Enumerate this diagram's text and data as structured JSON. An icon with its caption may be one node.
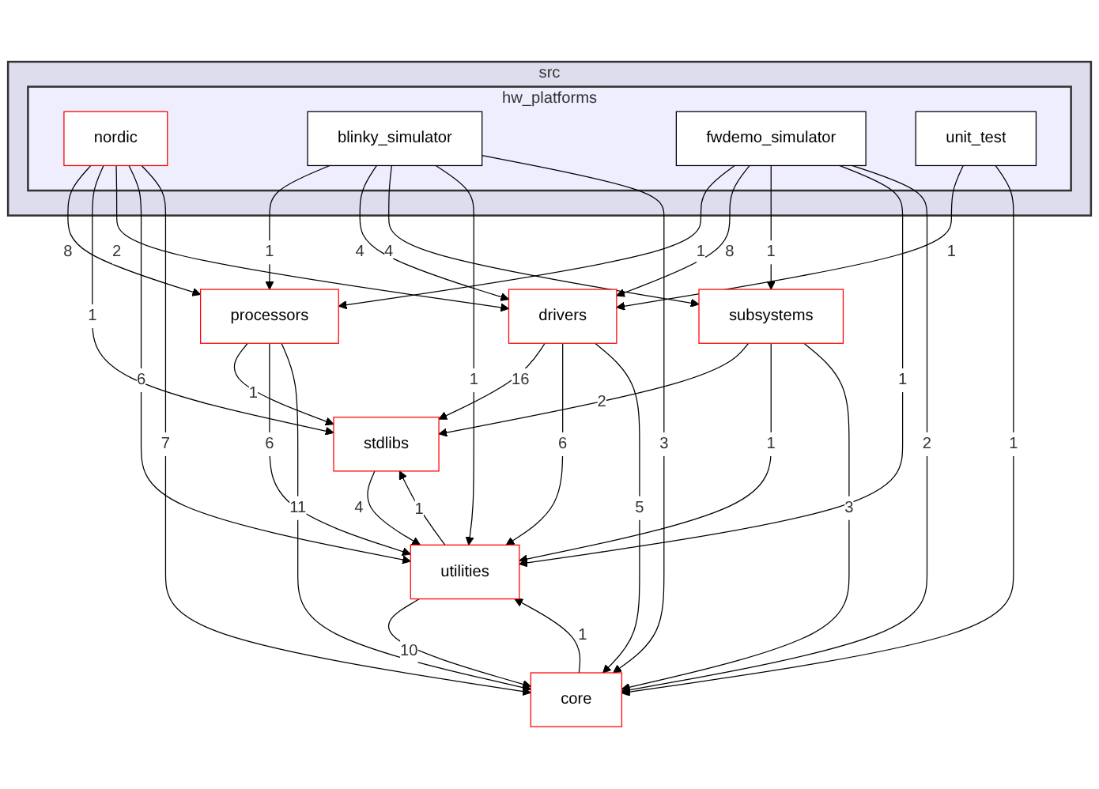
{
  "diagram": {
    "nodes": [
      {
        "text": [
          "src"
        ]
      },
      {
        "text": [
          "hw_platforms"
        ],
        "in": 0
      },
      {
        "text": [
          "nordic"
        ],
        "in": 1
      },
      {
        "text": [
          "blinky_simulator"
        ],
        "in": 1
      },
      {
        "text": [
          "fwdemo_simulator"
        ],
        "in": 1
      },
      {
        "text": [
          "unit_test"
        ],
        "in": 1
      },
      {
        "text": [
          "processors"
        ]
      },
      {
        "text": [
          "drivers"
        ]
      },
      {
        "text": [
          "subsystems"
        ]
      },
      {
        "text": [
          "stdlibs"
        ]
      },
      {
        "text": [
          "utilities"
        ]
      },
      {
        "text": [
          "core"
        ]
      }
    ],
    "edges": [
      {
        "from": 2,
        "to": 6,
        "arrow": "to",
        "label": "8"
      },
      {
        "from": 2,
        "to": 9,
        "arrow": "to",
        "label": "1"
      },
      {
        "from": 2,
        "to": 7,
        "arrow": "to",
        "label": "2"
      },
      {
        "from": 2,
        "to": 10,
        "arrow": "to",
        "label": "6"
      },
      {
        "from": 2,
        "to": 11,
        "arrow": "to",
        "label": "7"
      },
      {
        "from": 3,
        "to": 6,
        "arrow": "to",
        "label": "1"
      },
      {
        "from": 3,
        "to": 7,
        "arrow": "to",
        "label": "4"
      },
      {
        "from": 3,
        "to": 8,
        "arrow": "to",
        "label": "4"
      },
      {
        "from": 3,
        "to": 10,
        "arrow": "to",
        "label": "1"
      },
      {
        "from": 3,
        "to": 11,
        "arrow": "to",
        "label": "3"
      },
      {
        "from": 4,
        "to": 6,
        "arrow": "to",
        "label": "1"
      },
      {
        "from": 4,
        "to": 7,
        "arrow": "to",
        "label": "8"
      },
      {
        "from": 4,
        "to": 8,
        "arrow": "to",
        "label": "1"
      },
      {
        "from": 4,
        "to": 10,
        "arrow": "to",
        "label": "1"
      },
      {
        "from": 4,
        "to": 11,
        "arrow": "to",
        "label": "2"
      },
      {
        "from": 5,
        "to": 7,
        "arrow": "to",
        "label": "1"
      },
      {
        "from": 5,
        "to": 11,
        "arrow": "to",
        "label": "1"
      },
      {
        "from": 6,
        "to": 9,
        "arrow": "to",
        "label": "1"
      },
      {
        "from": 6,
        "to": 10,
        "arrow": "to",
        "label": "6"
      },
      {
        "from": 6,
        "to": 11,
        "arrow": "to",
        "label": "11"
      },
      {
        "from": 7,
        "to": 9,
        "arrow": "to",
        "label": "16"
      },
      {
        "from": 7,
        "to": 10,
        "arrow": "to",
        "label": "6"
      },
      {
        "from": 7,
        "to": 11,
        "arrow": "to",
        "label": "5"
      },
      {
        "from": 8,
        "to": 9,
        "arrow": "to",
        "label": "2"
      },
      {
        "from": 8,
        "to": 10,
        "arrow": "to",
        "label": "1"
      },
      {
        "from": 8,
        "to": 11,
        "arrow": "to",
        "label": "3"
      },
      {
        "from": 9,
        "to": 10,
        "arrow": "to",
        "label": "4"
      },
      {
        "from": 10,
        "to": 9,
        "arrow": "to",
        "label": "1"
      },
      {
        "from": 10,
        "to": 11,
        "arrow": "to",
        "label": "10"
      },
      {
        "from": 11,
        "to": 10,
        "arrow": "to",
        "label": "1"
      }
    ]
  }
}
